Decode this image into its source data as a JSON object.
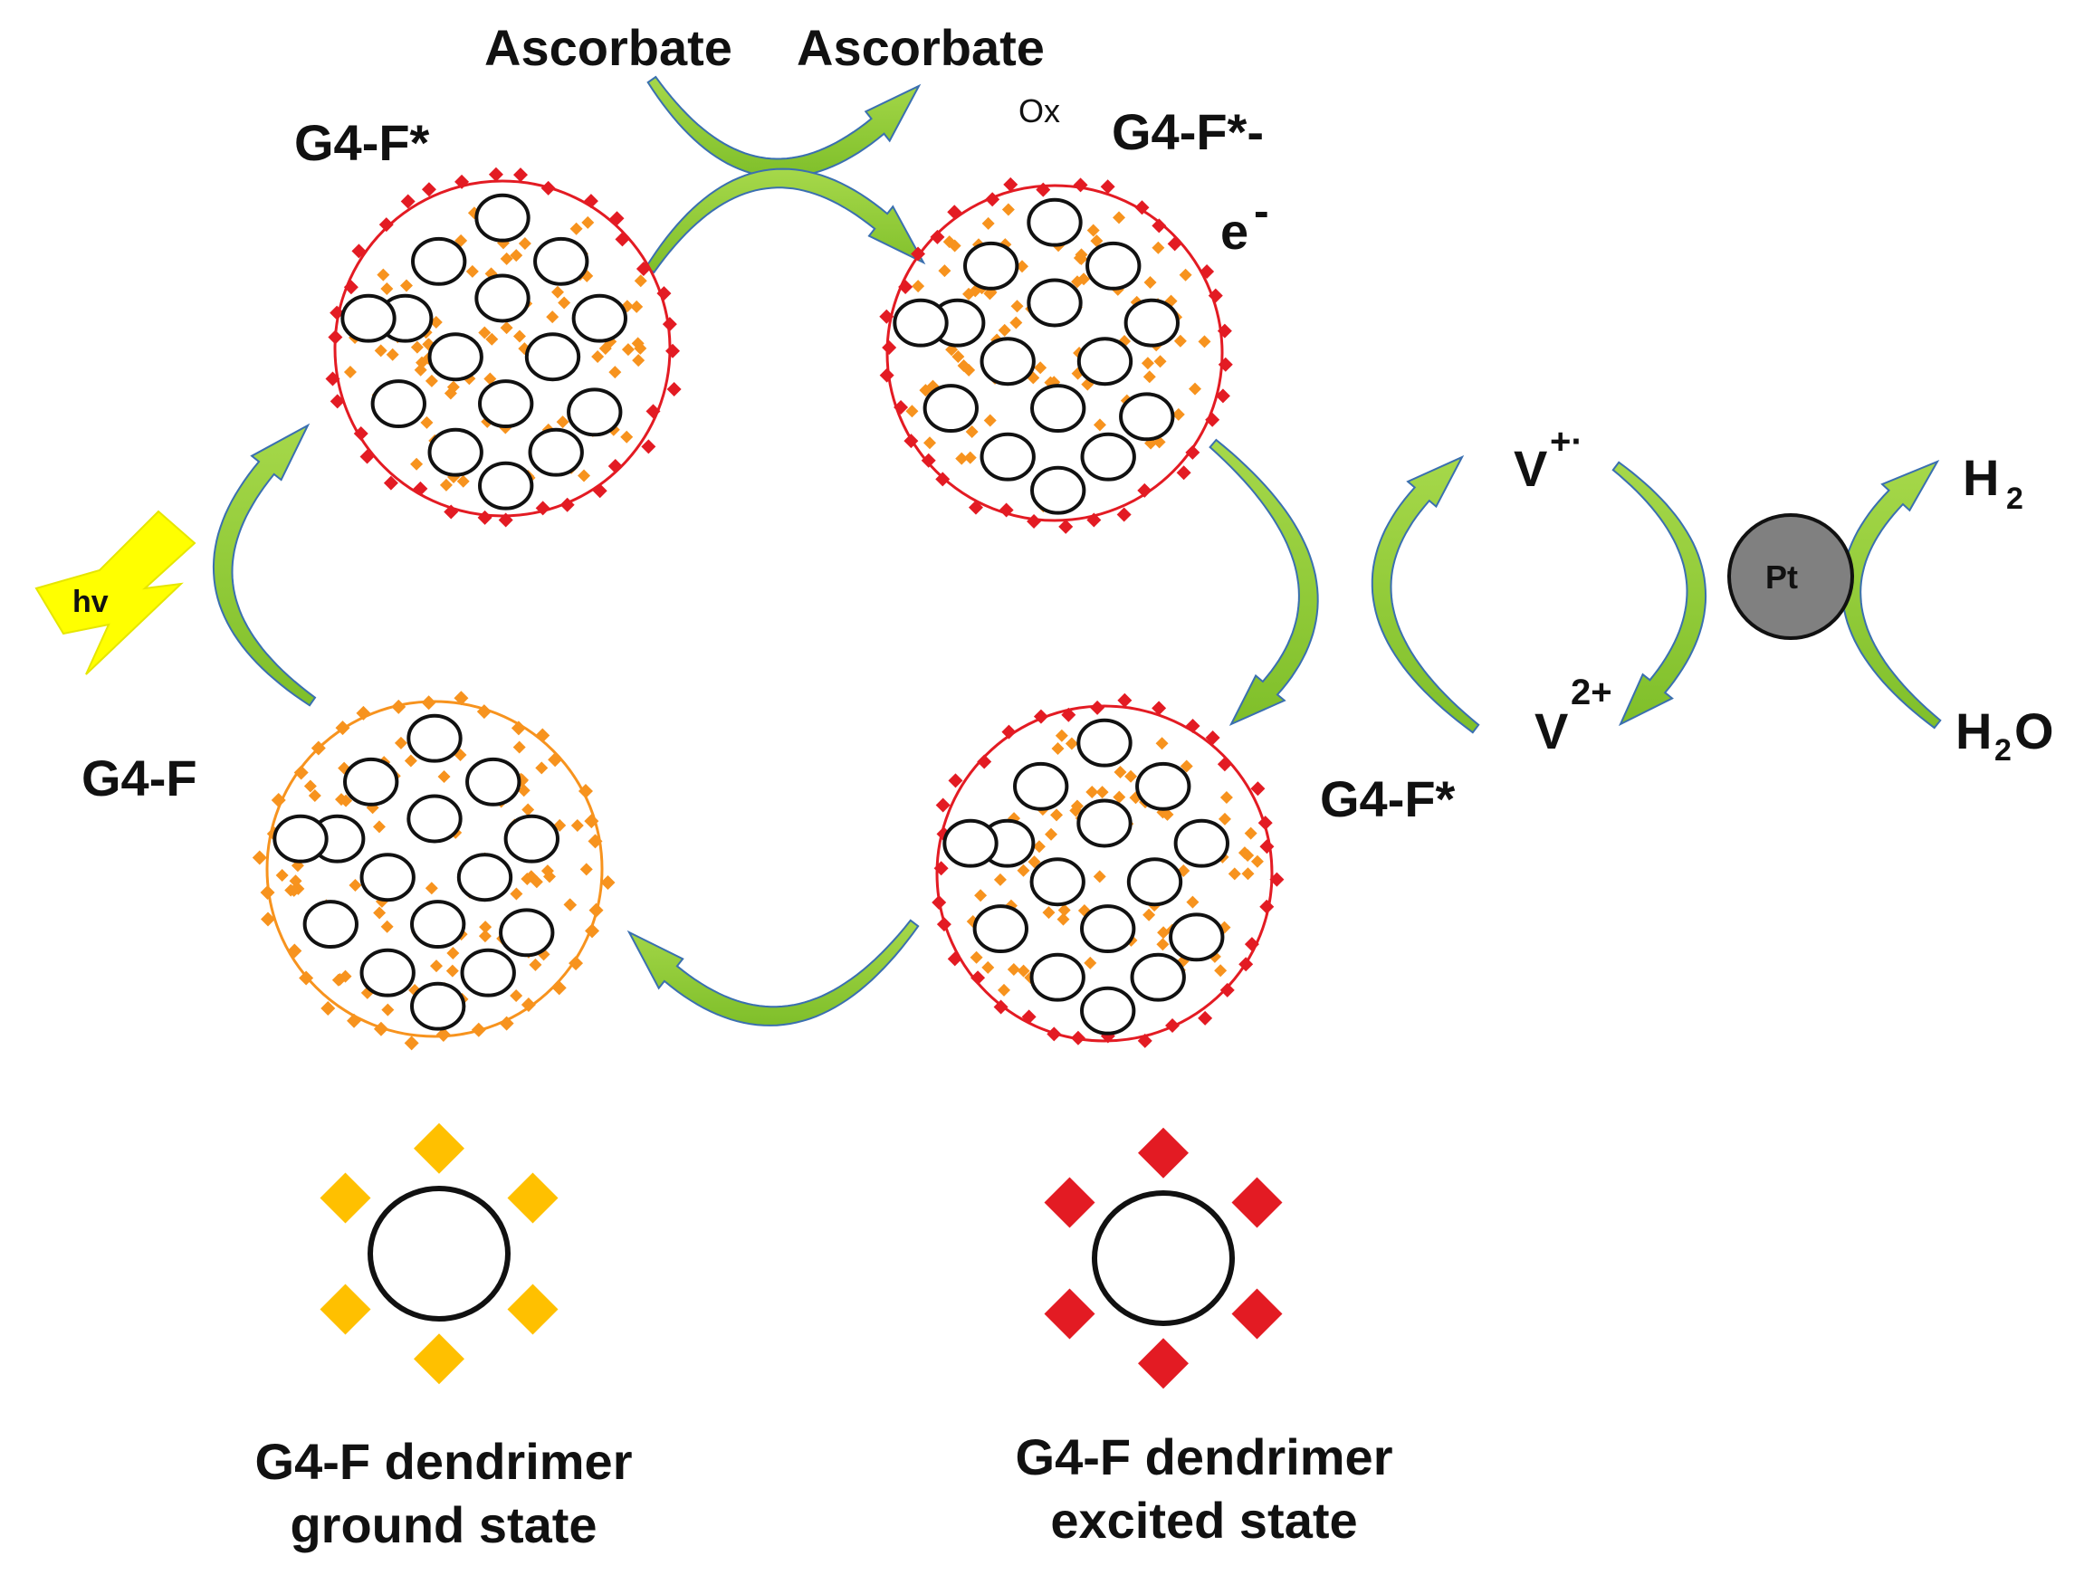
{
  "labels": {
    "ascorbate_left": "Ascorbate",
    "ascorbate_right": "Ascorbate",
    "ox": "Ox",
    "g4f_star_top": "G4-F*",
    "g4f_star_minus": "G4-F*-",
    "electron": "e",
    "electron_sup": "-",
    "hv": "hv",
    "g4f_ground": "G4-F",
    "g4f_star_right": "G4-F*",
    "v_plus": "V",
    "v_plus_sup": "+·",
    "v_2plus": "V",
    "v_2plus_sup": "2+",
    "pt": "Pt",
    "h2": "H",
    "h2_sub": "2",
    "h2o_h": "H",
    "h2o_sub": "2",
    "h2o_o": "O"
  },
  "legend": {
    "ground_line1": "G4-F dendrimer",
    "ground_line2": "ground  state",
    "excited_line1": "G4-F dendrimer",
    "excited_line2": "excited state"
  },
  "colors": {
    "excited_diamond": "#e31b23",
    "ground_diamond": "#f7931e",
    "legend_ground_diamond": "#ffc000",
    "arrow_green": "#8dc63f",
    "arrow_edge": "#3a6fb0",
    "pt_fill": "#808080",
    "hv_fill": "#ffff00"
  }
}
